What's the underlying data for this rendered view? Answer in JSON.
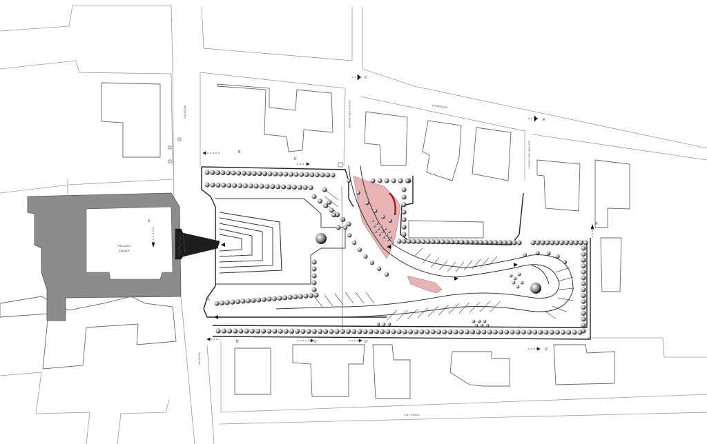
{
  "streets": {
    "west": "VIA ROMA",
    "west_lower": "VIA ROMA",
    "north": "VIA MAZZINI",
    "south": "VIA TORINO",
    "lane": "VICOLO DEL MOLINO",
    "lane_east": "VICOLO DEL MOLINO"
  },
  "building": {
    "label_line1": "PALAZZO",
    "label_line2": "DUCALE"
  },
  "sections": {
    "a": "A",
    "b": "B",
    "c": "C",
    "d": "D",
    "e": "E",
    "a2": "A'",
    "b2": "B'",
    "c2": "C'",
    "d2": "D'",
    "e2": "E'"
  },
  "colors": {
    "palazzo": "#8c8c8c",
    "pink_path": "#e7b3b3",
    "red_accent": "#a01818",
    "outline": "#888888",
    "dark": "#222222"
  }
}
